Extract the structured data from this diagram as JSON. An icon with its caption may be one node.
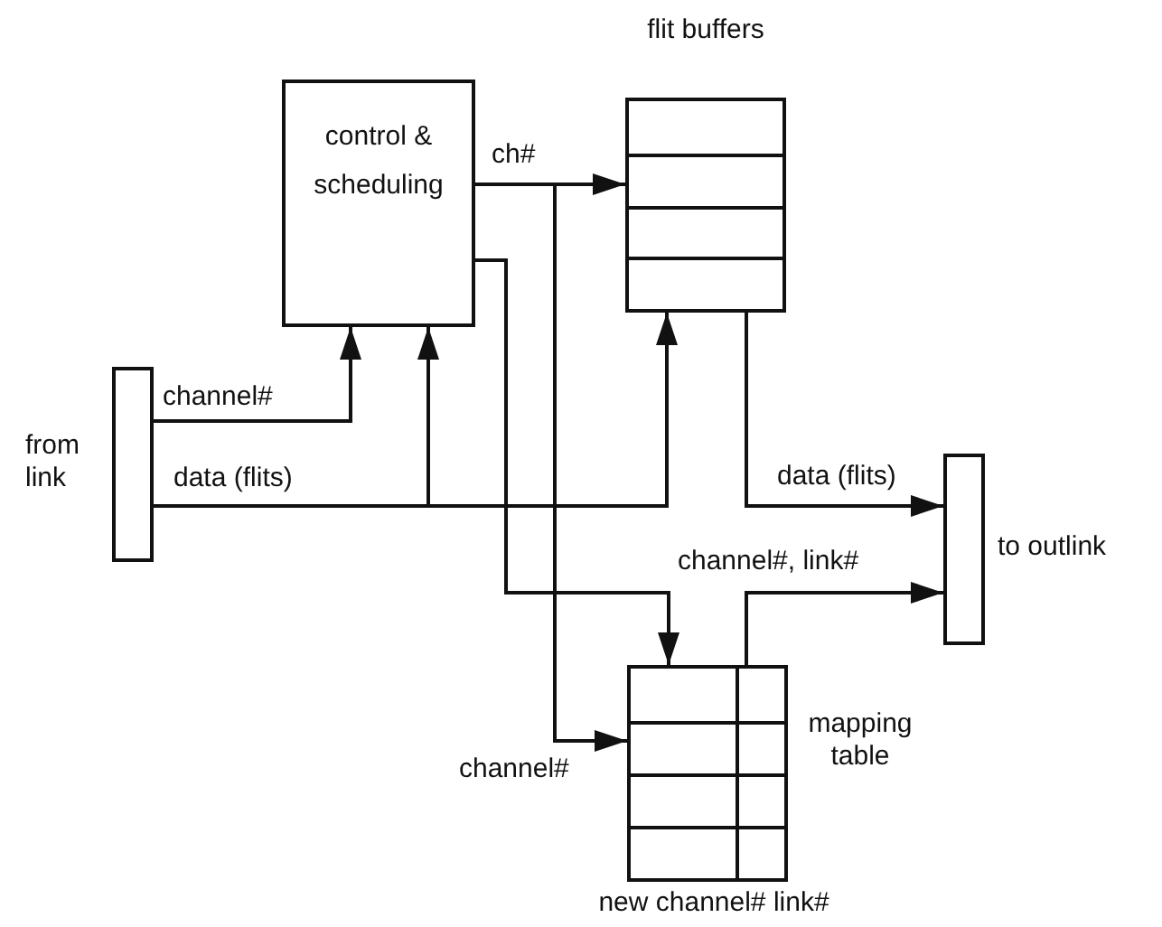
{
  "diagram": {
    "nodes": [
      {
        "text": [
          "from link"
        ]
      },
      {
        "text": [
          "control & scheduling"
        ]
      },
      {
        "text": [
          "flit buffers"
        ]
      },
      {
        "text": [
          "to outlink"
        ]
      },
      {
        "text": [
          "mapping table",
          "new channel# link#"
        ]
      }
    ],
    "edges": [
      {
        "from": 0,
        "to": 1,
        "arrow": "to",
        "label": "channel#"
      },
      {
        "from": 0,
        "to": 1,
        "arrow": "to",
        "label": "data (flits)"
      },
      {
        "from": 0,
        "to": 2,
        "arrow": "to"
      },
      {
        "from": 1,
        "to": 2,
        "arrow": "to",
        "label": "ch#"
      },
      {
        "from": 1,
        "to": 4,
        "arrow": "to",
        "label": "channel#"
      },
      {
        "from": 1,
        "to": 4,
        "arrow": "to"
      },
      {
        "from": 2,
        "to": 3,
        "arrow": "to",
        "label": "data (flits)"
      },
      {
        "from": 4,
        "to": 3,
        "arrow": "to",
        "label": "channel#, link#"
      }
    ]
  }
}
